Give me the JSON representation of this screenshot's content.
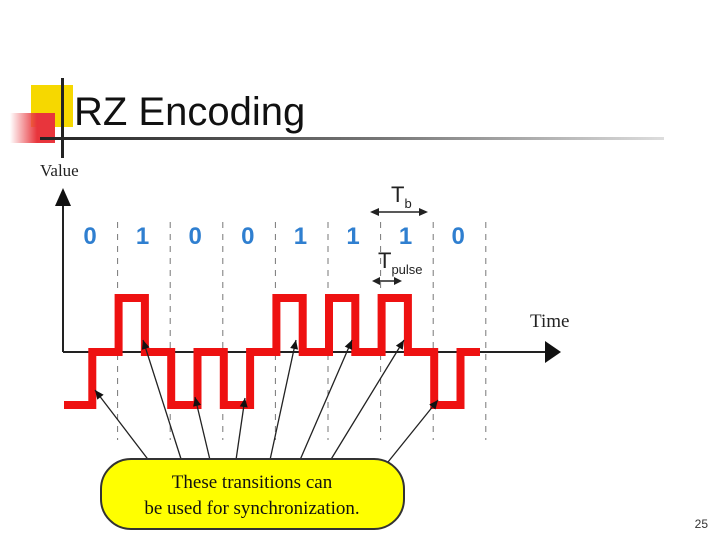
{
  "slide": {
    "title": "RZ Encoding",
    "page_number": "25"
  },
  "diagram": {
    "y_axis_label": "Value",
    "x_axis_label": "Time",
    "bits": [
      "0",
      "1",
      "0",
      "0",
      "1",
      "1",
      "1",
      "0"
    ],
    "tb_label_main": "T",
    "tb_label_sub": "b",
    "tpulse_label_main": "T",
    "tpulse_label_sub": "pulse",
    "callout_line1": "These transitions can",
    "callout_line2": "be used for synchronization.",
    "colors": {
      "signal": "#ee1111",
      "bits": "#2f7fd0",
      "callout_fill": "#ffff00",
      "callout_stroke": "#333333",
      "accent_yellow": "#f6d800",
      "accent_red": "#e8353c"
    }
  }
}
